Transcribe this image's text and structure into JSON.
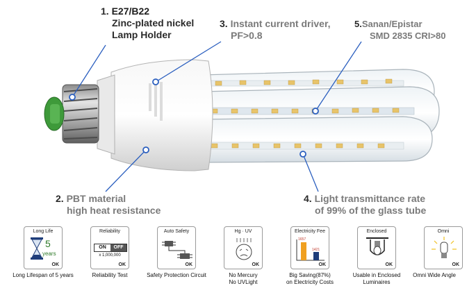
{
  "callouts": {
    "c1": {
      "num": "1.",
      "l1": "E27/B22",
      "l2": "Zinc-plated nickel",
      "l3": "Lamp Holder"
    },
    "c3": {
      "num": "3.",
      "l1": "Instant current driver,",
      "l2": "PF>0.8"
    },
    "c5": {
      "num": "5.",
      "l1": "Sanan/Epistar",
      "l2": "SMD 2835 CRI>80"
    },
    "c2": {
      "num": "2.",
      "l1": "PBT material",
      "l2": "high heat resistance"
    },
    "c4": {
      "num": "4.",
      "l1": "Light transmittance rate",
      "l2": "of 99% of the glass tube"
    }
  },
  "features": [
    {
      "title": "Long Life",
      "value": "5",
      "unit": "years",
      "ok": "OK",
      "caption": "Long Lifespan of 5 years",
      "icon": "hourglass-icon"
    },
    {
      "title": "Reliability",
      "on": "ON",
      "off": "OFF",
      "count": "x 1,000,000",
      "ok": "OK",
      "caption": "Reliability Test",
      "icon": "switch-icon"
    },
    {
      "title": "Auto Safety",
      "ok": "OK",
      "caption": "Safety Protection Circuit",
      "icon": "circuit-icon"
    },
    {
      "title": "Hg · UV",
      "ok": "OK",
      "caption": "No Mercury",
      "caption2": "No UVLight",
      "icon": "no-mercury-icon"
    },
    {
      "title": "Electricity Fee",
      "v1": "1657",
      "v2": "1421",
      "ok": "OK",
      "caption": "Big Saving(87%)",
      "caption2": "on Electricity Costs",
      "icon": "bar-chart-icon"
    },
    {
      "title": "Enclosed",
      "ok": "OK",
      "caption": "Usable in Enclosed",
      "caption2": "Luminaires",
      "icon": "enclosed-lamp-icon"
    },
    {
      "title": "Omni",
      "ok": "OK",
      "caption": "Omni Wide Angle",
      "icon": "omni-bulb-icon"
    }
  ]
}
